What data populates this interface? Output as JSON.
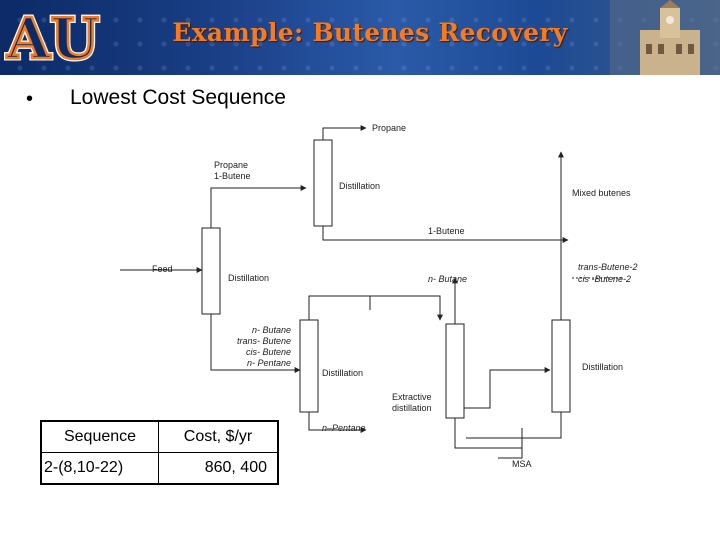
{
  "header": {
    "title": "Example: Butenes Recovery",
    "logo_text": "AU"
  },
  "bullet": {
    "glyph": "•",
    "text": "Lowest Cost Sequence"
  },
  "diagram": {
    "labels": {
      "propane": "Propane",
      "propane_1butene_a": "Propane",
      "propane_1butene_b": "1-Butene",
      "distillation_1": "Distillation",
      "mixed_butenes": "Mixed butenes",
      "one_butene": "1-Butene",
      "feed": "Feed",
      "distillation_2": "Distillation",
      "n_butane_top": "n- Butane",
      "trans_butene_2": "trans-Butene-2",
      "cis_butene_2": "cis -Butene-2",
      "n_butane": "n- Butane",
      "trans_butene": "trans- Butene",
      "cis_butene": "cis- Butene",
      "n_pentane_list": "n- Pentane",
      "distillation_3": "Distillation",
      "distillation_4": "Distillation",
      "extractive_a": "Extractive",
      "extractive_b": "distillation",
      "n_pentane": "n–Pentane",
      "msa": "MSA"
    }
  },
  "table": {
    "headers": [
      "Sequence",
      "Cost, $/yr"
    ],
    "rows": [
      [
        "2-(8,10-22)",
        "860, 400"
      ]
    ]
  },
  "colors": {
    "title": "#f47b1f",
    "header_bg": "#1a3f86",
    "logo_orange": "#f47b1f",
    "logo_navy": "#0b2a66"
  }
}
